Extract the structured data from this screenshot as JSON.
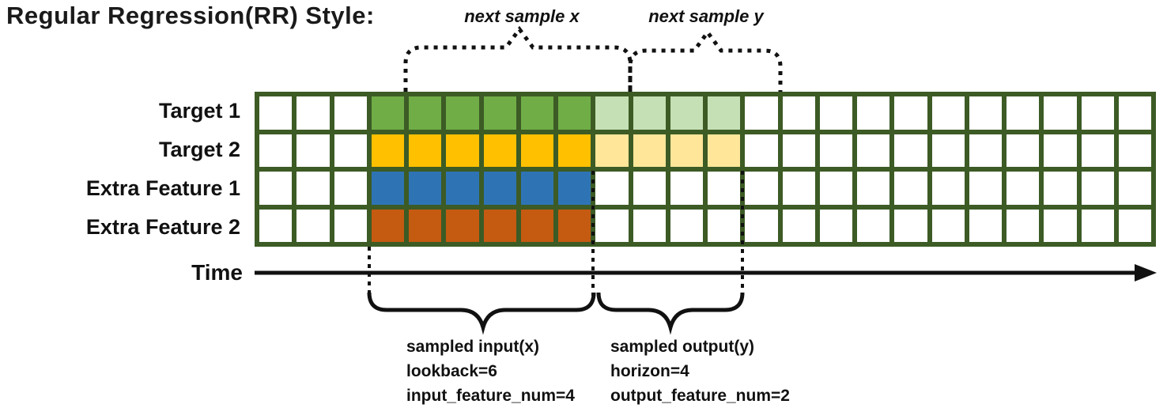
{
  "title": "Regular Regression(RR) Style:",
  "annotations": {
    "next_sample_x": "next sample x",
    "next_sample_y": "next sample y",
    "time_label": "Time",
    "input_note": [
      "sampled input(x)",
      "lookback=6",
      "input_feature_num=4"
    ],
    "output_note": [
      "sampled output(y)",
      "horizon=4",
      "output_feature_num=2"
    ]
  },
  "grid": {
    "columns": 24,
    "input_start_col": 3,
    "lookback": 6,
    "horizon": 4,
    "border_color": "#3C5B25",
    "cell_empty_color": "#FFFFFF",
    "rows": [
      {
        "label": "Target 1",
        "input_color": "#70AD47",
        "output_color": "#C5E0B4",
        "has_output": true
      },
      {
        "label": "Target 2",
        "input_color": "#FFC000",
        "output_color": "#FFE699",
        "has_output": true
      },
      {
        "label": "Extra Feature 1",
        "input_color": "#2E74B5",
        "output_color": null,
        "has_output": false
      },
      {
        "label": "Extra Feature 2",
        "input_color": "#C55A11",
        "output_color": null,
        "has_output": false
      }
    ]
  },
  "colors": {
    "line_black": "#111111"
  }
}
